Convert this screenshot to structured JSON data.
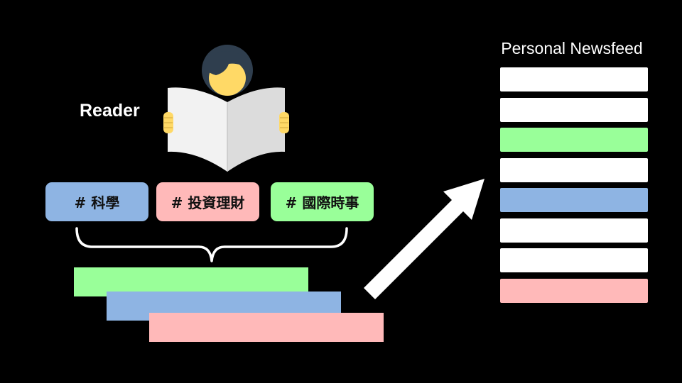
{
  "reader": {
    "label": "Reader",
    "icon": "person-reading-newspaper-icon"
  },
  "colors": {
    "green": "#99ff99",
    "blue": "#8eb4e3",
    "pink": "#ffb9b9",
    "white": "#ffffff",
    "background": "#000000",
    "face": "#ffd966",
    "hair": "#2f3e4e",
    "paper_light": "#f2f2f2",
    "paper_shade": "#d9d9d9"
  },
  "tags": [
    {
      "label": "# 科學",
      "color": "#8eb4e3"
    },
    {
      "label": "# 投資理財",
      "color": "#ffb9b9"
    },
    {
      "label": "# 國際時事",
      "color": "#99ff99"
    }
  ],
  "stack_bars": [
    {
      "color": "#99ff99"
    },
    {
      "color": "#8eb4e3"
    },
    {
      "color": "#ffb9b9"
    }
  ],
  "arrow": {
    "icon": "arrow-up-right-icon"
  },
  "newsfeed": {
    "title": "Personal Newsfeed",
    "items": [
      {
        "color": "#ffffff"
      },
      {
        "color": "#ffffff"
      },
      {
        "color": "#99ff99"
      },
      {
        "color": "#ffffff"
      },
      {
        "color": "#8eb4e3"
      },
      {
        "color": "#ffffff"
      },
      {
        "color": "#ffffff"
      },
      {
        "color": "#ffb9b9"
      }
    ]
  }
}
